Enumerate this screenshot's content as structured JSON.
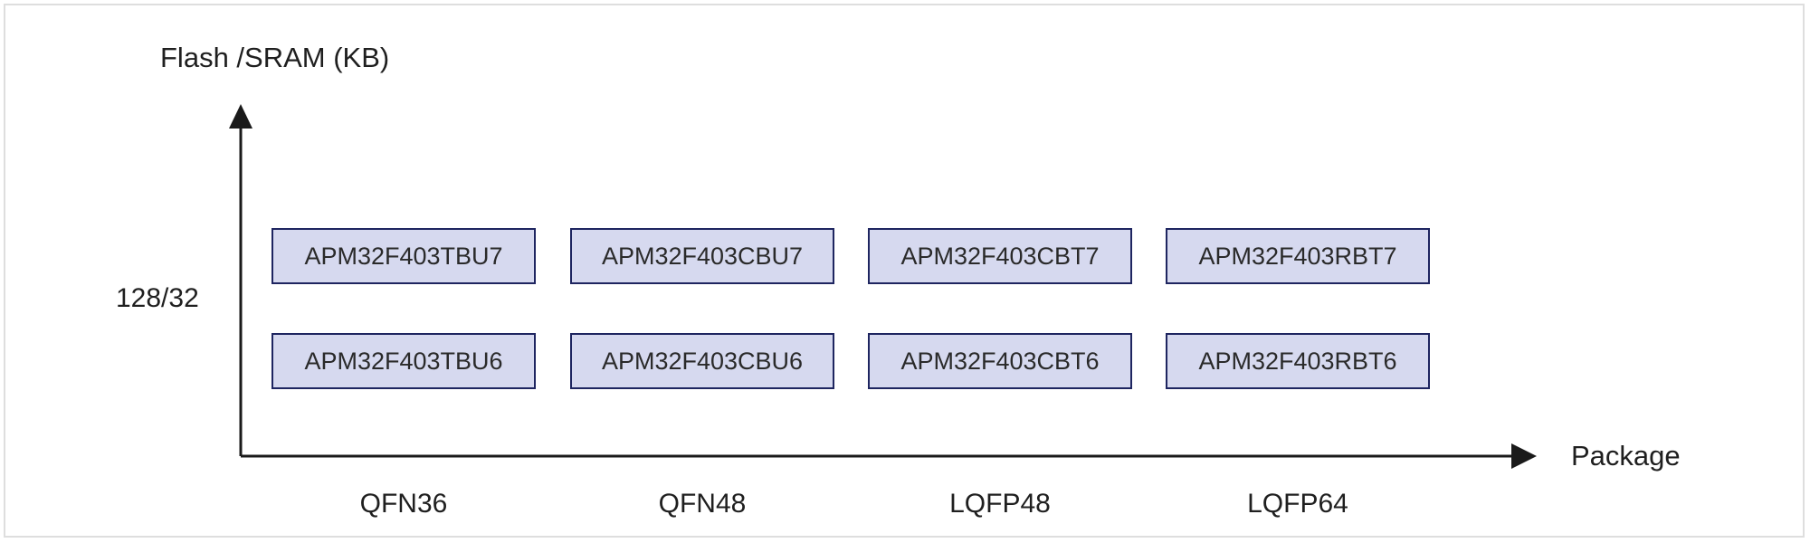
{
  "diagram": {
    "y_axis_title": "Flash /SRAM (KB)",
    "x_axis_title": "Package",
    "y_tick": "128/32",
    "packages": [
      "QFN36",
      "QFN48",
      "LQFP48",
      "LQFP64"
    ],
    "rows": [
      [
        "APM32F403TBU7",
        "APM32F403CBU7",
        "APM32F403CBT7",
        "APM32F403RBT7"
      ],
      [
        "APM32F403TBU6",
        "APM32F403CBU6",
        "APM32F403CBT6",
        "APM32F403RBT6"
      ]
    ],
    "colors": {
      "chip_fill": "#d6d9ef",
      "chip_border": "#1e2560",
      "axis": "#1a1a1a"
    }
  }
}
